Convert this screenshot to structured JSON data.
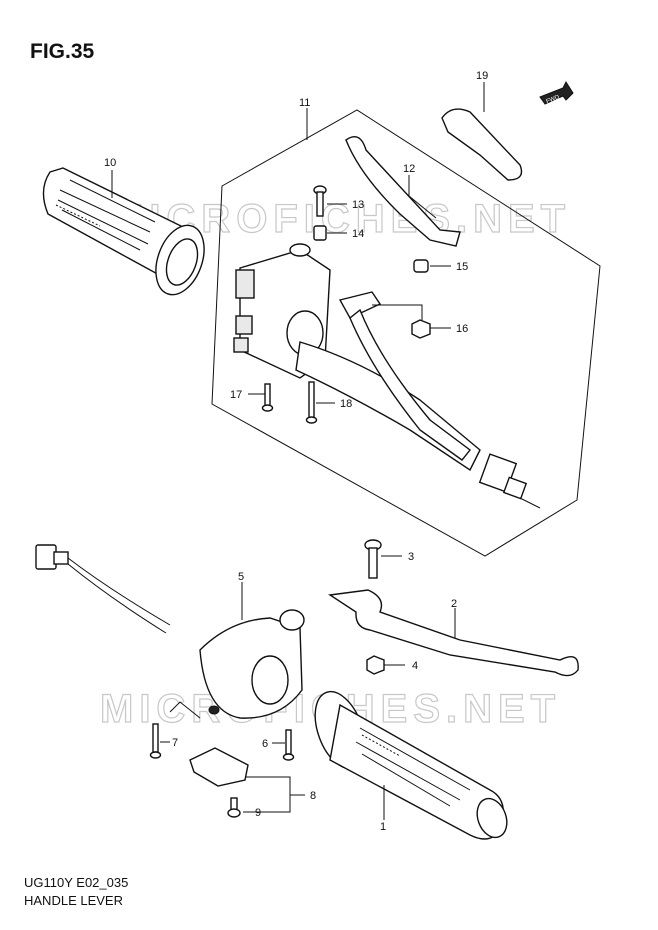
{
  "figure": {
    "title": "FIG.35",
    "code": "UG110Y E02_035",
    "caption": "HANDLE LEVER"
  },
  "fwd_badge": "FWD",
  "watermark": "MICROFICHES.NET",
  "part_numbers": [
    "1",
    "2",
    "3",
    "4",
    "5",
    "6",
    "7",
    "8",
    "9",
    "10",
    "11",
    "12",
    "13",
    "14",
    "15",
    "16",
    "17",
    "18",
    "19"
  ]
}
